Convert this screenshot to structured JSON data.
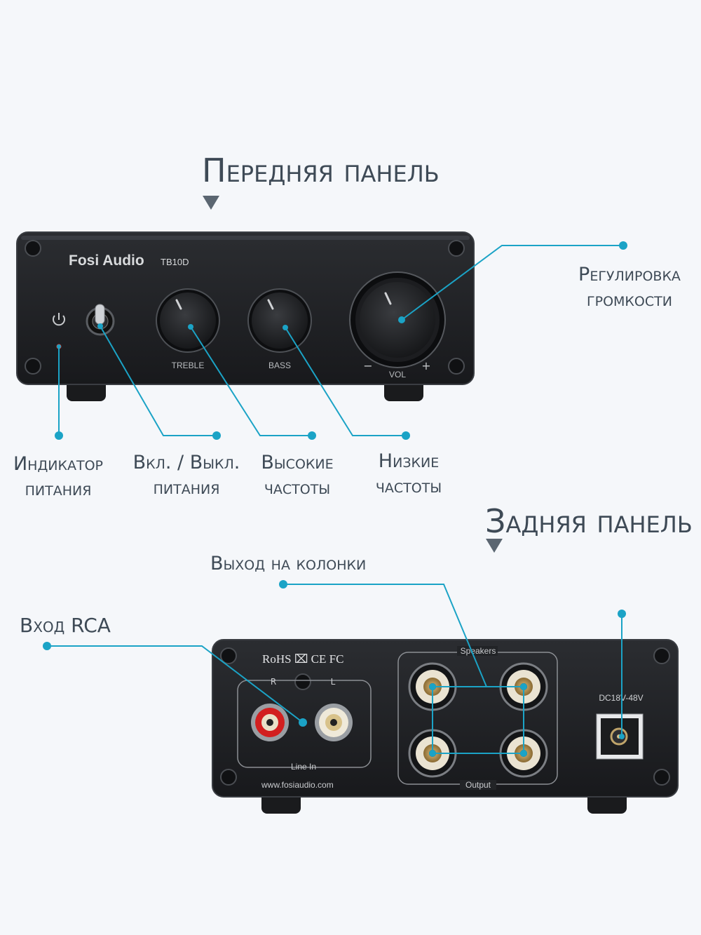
{
  "front_title": "Передняя панель",
  "rear_title": "Задняя панель",
  "front_device": {
    "brand": "Fosi Audio",
    "model": "TB10D",
    "knob_treble": "TREBLE",
    "knob_bass": "BASS",
    "knob_vol": "VOL",
    "vol_minus": "−",
    "vol_plus": "+"
  },
  "rear_device": {
    "certs": "RoHS ⌧ CE FC",
    "r": "R",
    "l": "L",
    "line_in": "Line In",
    "speakers": "Speakers",
    "output": "Output",
    "dc": "DC18V-48V",
    "website": "www.fosiaudio.com"
  },
  "labels": {
    "volume_l1": "Регулировка",
    "volume_l2": "громкости",
    "indicator_l1": "Индикатор",
    "indicator_l2": "питания",
    "power_l1": "Вкл. / Выкл.",
    "power_l2": "питания",
    "treble_l1": "Высокие",
    "treble_l2": "частоты",
    "bass_l1": "Низкие",
    "bass_l2": "частоты",
    "speaker_out": "Выход на колонки",
    "rca_in": "Вход RCA"
  },
  "colors": {
    "accent": "#1ba3c6",
    "panel": "#1e2024",
    "text": "#3e4a56"
  }
}
